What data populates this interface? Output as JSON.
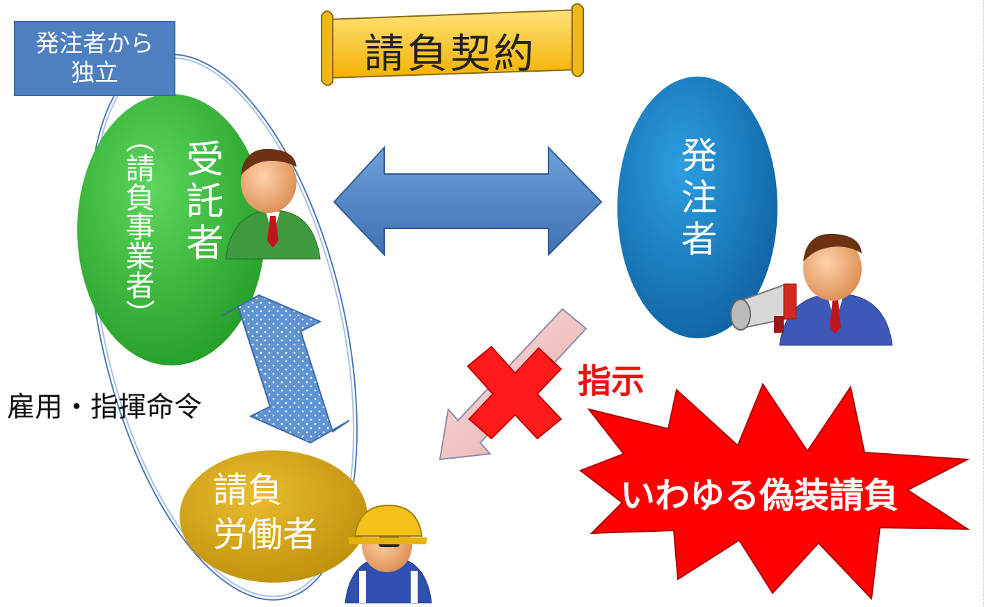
{
  "labels": {
    "independent": [
      "発注者から",
      "独立"
    ],
    "contract": "請負契約",
    "contractor": "受託者",
    "contractor_sub": "（請負事業者）",
    "client": "発注者",
    "worker": [
      "請負",
      "労働者"
    ],
    "employment": "雇用・指揮命令",
    "instruction": "指示",
    "fake_contract": "いわゆる偽装請負"
  },
  "colors": {
    "contractor_green": "#34b534",
    "client_blue": "#1a7fc0",
    "worker_gold": "#d4a418",
    "arrow_blue": "#4f86c6",
    "banner_red": "#ff0000",
    "scroll_gold": "#ffcc33",
    "instruction_red": "#ee1111"
  },
  "icons": {
    "contractor_person": "businessman-green-suit-icon",
    "client_person": "businessman-megaphone-icon",
    "worker_person": "worker-hardhat-icon",
    "cross": "red-x-prohibited-icon"
  }
}
